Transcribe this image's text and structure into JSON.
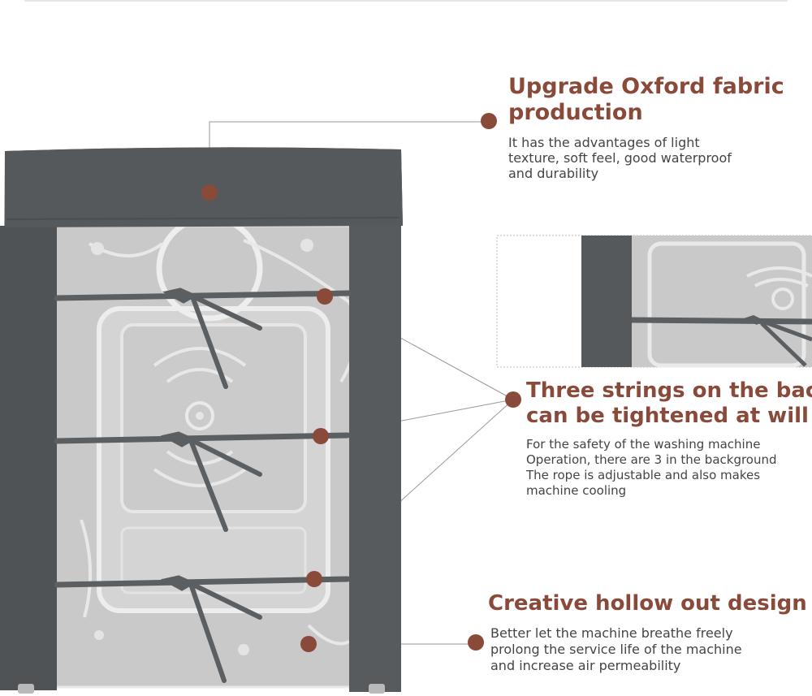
{
  "features": [
    {
      "title_lines": [
        "Upgrade Oxford fabric",
        "production"
      ],
      "description_lines": [
        "It has the advantages of light",
        "texture, soft feel, good waterproof",
        "and durability"
      ]
    },
    {
      "title_lines": [
        "Three strings on the back",
        "can be tightened at will"
      ],
      "description_lines": [
        "For the safety of the washing machine",
        "Operation, there are 3 in the background",
        "The rope is adjustable and also makes",
        "machine cooling"
      ]
    },
    {
      "title_lines": [
        "Creative hollow out design"
      ],
      "description_lines": [
        "Better let the machine breathe freely",
        "prolong the service life of the machine",
        "and increase air permeability"
      ]
    }
  ],
  "colors": {
    "accent": "#8a4a3a",
    "cover_fabric": "#55595c",
    "machine_panel": "#c9c9c9",
    "strap": "#5b5f62",
    "text": "#444444"
  }
}
